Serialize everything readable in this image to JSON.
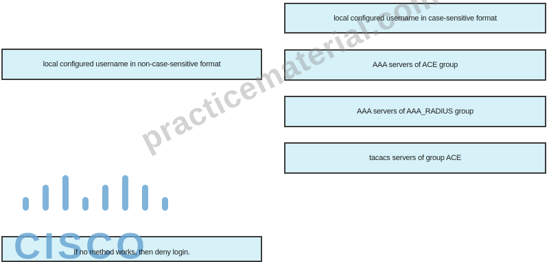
{
  "boxes": {
    "local_case_sensitive": "local configured username in case-sensitive format",
    "local_non_case_sensitive": "local configured username in non-case-sensitive format",
    "aaa_ace": "AAA servers of ACE group",
    "aaa_radius": "AAA servers of AAA_RADIUS group",
    "tacacs_ace": "tacacs servers of group ACE",
    "deny_login": "If no method works, then deny login."
  },
  "watermark": "practicematerial.com",
  "logo": {
    "name": "cisco-logo",
    "text": "CISCO",
    "color": "#6ba6d3"
  },
  "colors": {
    "box_fill": "#d6f1f8",
    "box_border": "#3b3b3b"
  }
}
